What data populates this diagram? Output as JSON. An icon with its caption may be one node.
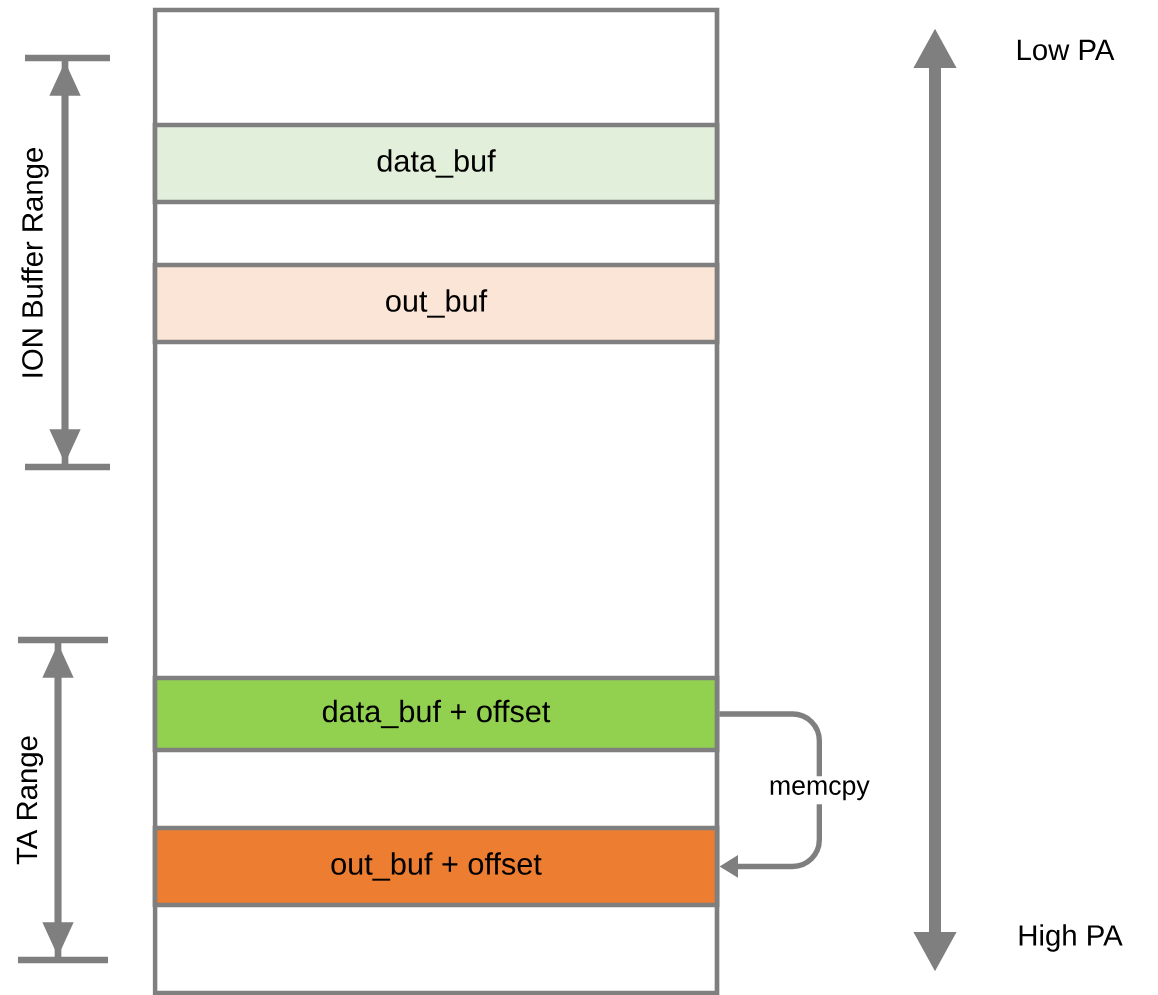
{
  "diagram": {
    "nodes": [
      {
        "text": [],
        "shape": "box"
      },
      {
        "text": [
          "data_buf"
        ],
        "in": 0
      },
      {
        "text": [
          "out_buf"
        ],
        "in": 0
      },
      {
        "text": [
          "data_buf + offset"
        ],
        "in": 0
      },
      {
        "text": [
          "out_buf + offset"
        ],
        "in": 0
      }
    ],
    "edges": [
      {
        "from": 3,
        "to": 4,
        "arrow": "to",
        "label": "memcpy"
      }
    ],
    "labels": [
      "Low PA",
      "ION Buffer Range",
      "TA Range",
      "High PA"
    ]
  }
}
